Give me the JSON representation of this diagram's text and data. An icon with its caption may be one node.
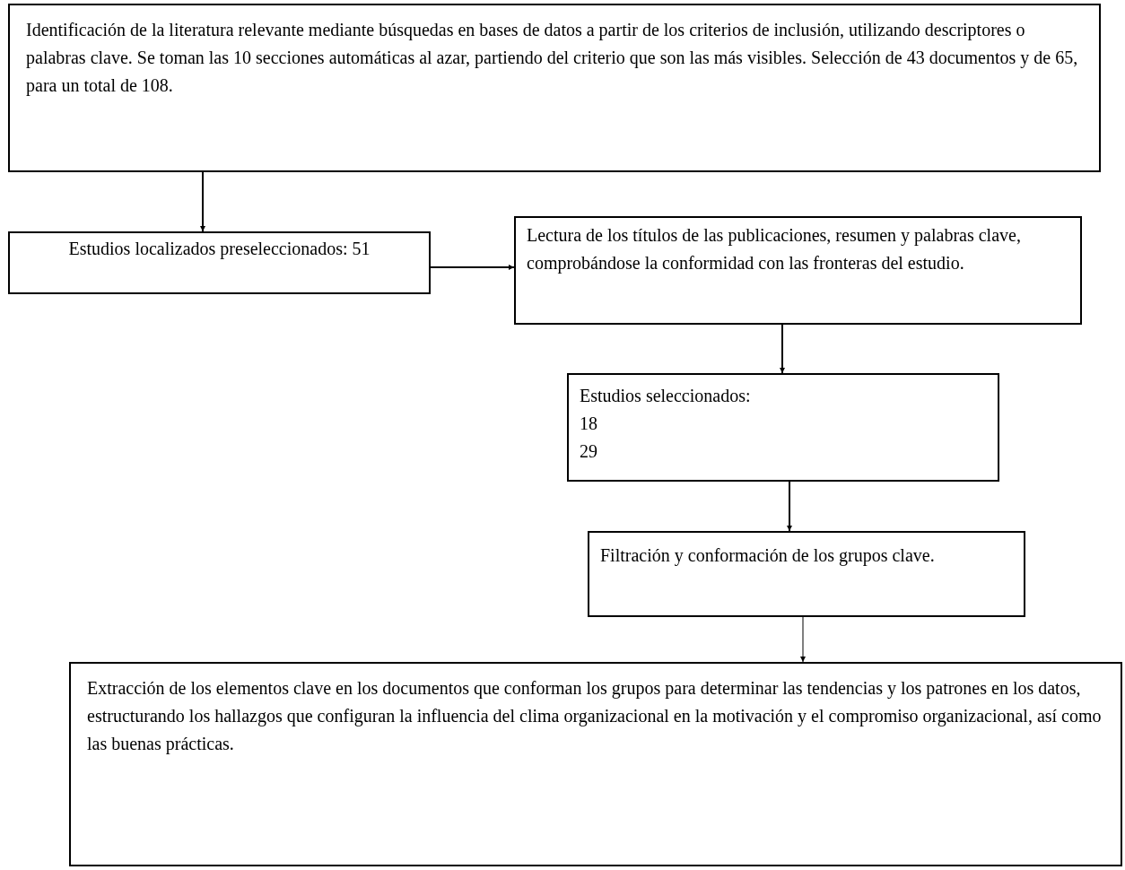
{
  "diagram": {
    "nodes": [
      {
        "text": [
          "Identificación de la literatura relevante mediante búsquedas en bases de datos a partir de los criterios de inclusión, utilizando descriptores o palabras clave. Se toman las 10 secciones automáticas al azar, partiendo del criterio que son las más visibles. Selección de 43 documentos y de 65, para un total de 108."
        ]
      },
      {
        "text": [
          "Estudios localizados preseleccionados: 51"
        ]
      },
      {
        "text": [
          "Lectura de los títulos de las publicaciones, resumen y palabras clave, comprobándose la conformidad con las fronteras del estudio."
        ]
      },
      {
        "text": [
          "Estudios seleccionados:",
          "18",
          "29"
        ]
      },
      {
        "text": [
          "Filtración y conformación de los grupos clave."
        ]
      },
      {
        "text": [
          "Extracción de los elementos clave en los documentos que conforman los grupos para determinar las tendencias y los patrones en los datos, estructurando los hallazgos que configuran la influencia del clima organizacional en la motivación y el compromiso organizacional, así como las buenas prácticas."
        ]
      }
    ],
    "edges": [
      {
        "from": 0,
        "to": 1,
        "arrow": "to"
      },
      {
        "from": 1,
        "to": 2,
        "arrow": "to"
      },
      {
        "from": 2,
        "to": 3,
        "arrow": "to"
      },
      {
        "from": 3,
        "to": 4,
        "arrow": "to"
      },
      {
        "from": 4,
        "to": 5,
        "arrow": "to"
      }
    ]
  }
}
